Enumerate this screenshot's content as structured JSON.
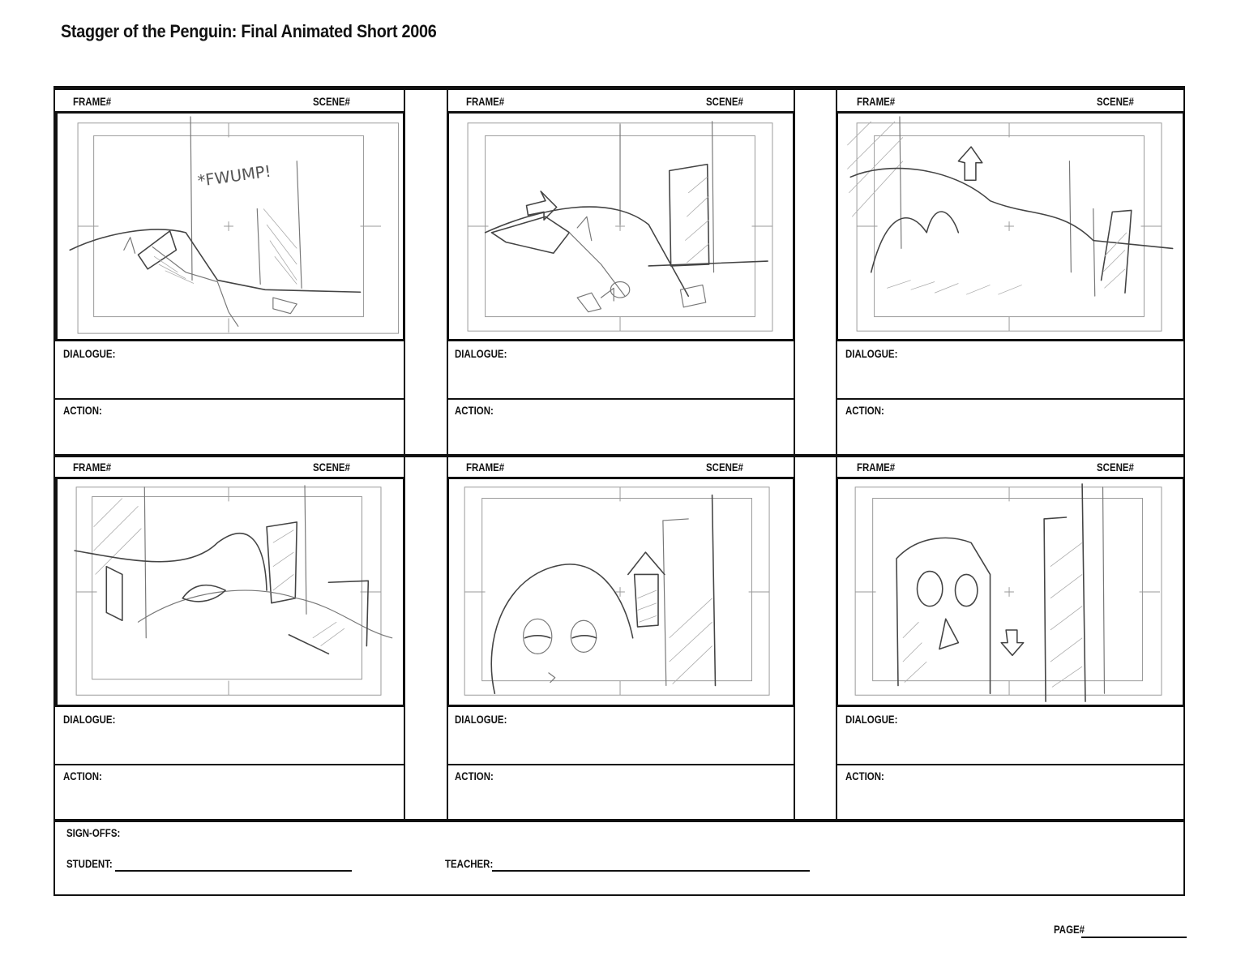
{
  "title": "Stagger of the Penguin: Final Animated Short 2006",
  "labels": {
    "frame": "FRAME#",
    "scene": "SCENE#",
    "dialogue": "DIALOGUE:",
    "action": "ACTION:"
  },
  "panels": [
    {
      "sketch": "penguin-sliding-sketch",
      "note": "*FWUMP!"
    },
    {
      "sketch": "penguin-slide-arrows-sketch",
      "note": ""
    },
    {
      "sketch": "penguin-rising-sketch",
      "note": ""
    },
    {
      "sketch": "penguin-lying-sketch",
      "note": ""
    },
    {
      "sketch": "penguin-head-rising-sketch",
      "note": ""
    },
    {
      "sketch": "penguin-standing-sketch",
      "note": ""
    }
  ],
  "signoffs": {
    "heading": "SIGN-OFFS:",
    "student": "STUDENT:",
    "teacher": "TEACHER:"
  },
  "page_label": "PAGE#"
}
